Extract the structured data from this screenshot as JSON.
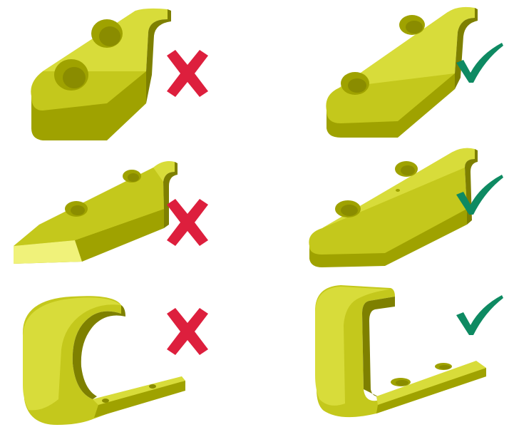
{
  "colors": {
    "part_top": "#d8dc3a",
    "part_face": "#c4c81c",
    "part_side": "#9fa200",
    "part_dark": "#7e8000",
    "part_highlight": "#f0f27a",
    "hole_inner": "#8a8c00",
    "cross": "#dd1f3d",
    "check": "#0e8a62"
  },
  "rows": [
    {
      "left": {
        "shape": "bracket-block-tall",
        "verdict": "incorrect",
        "icon": "cross-icon"
      },
      "right": {
        "shape": "bracket-block-rounded",
        "verdict": "correct",
        "icon": "check-icon"
      }
    },
    {
      "left": {
        "shape": "bracket-slope-square-end",
        "verdict": "incorrect",
        "icon": "cross-icon"
      },
      "right": {
        "shape": "bracket-slope-rounded-end",
        "verdict": "correct",
        "icon": "check-icon"
      }
    },
    {
      "left": {
        "shape": "hook-thick-curved",
        "verdict": "incorrect",
        "icon": "cross-icon"
      },
      "right": {
        "shape": "hook-uniform-wall",
        "verdict": "correct",
        "icon": "check-icon"
      }
    }
  ]
}
